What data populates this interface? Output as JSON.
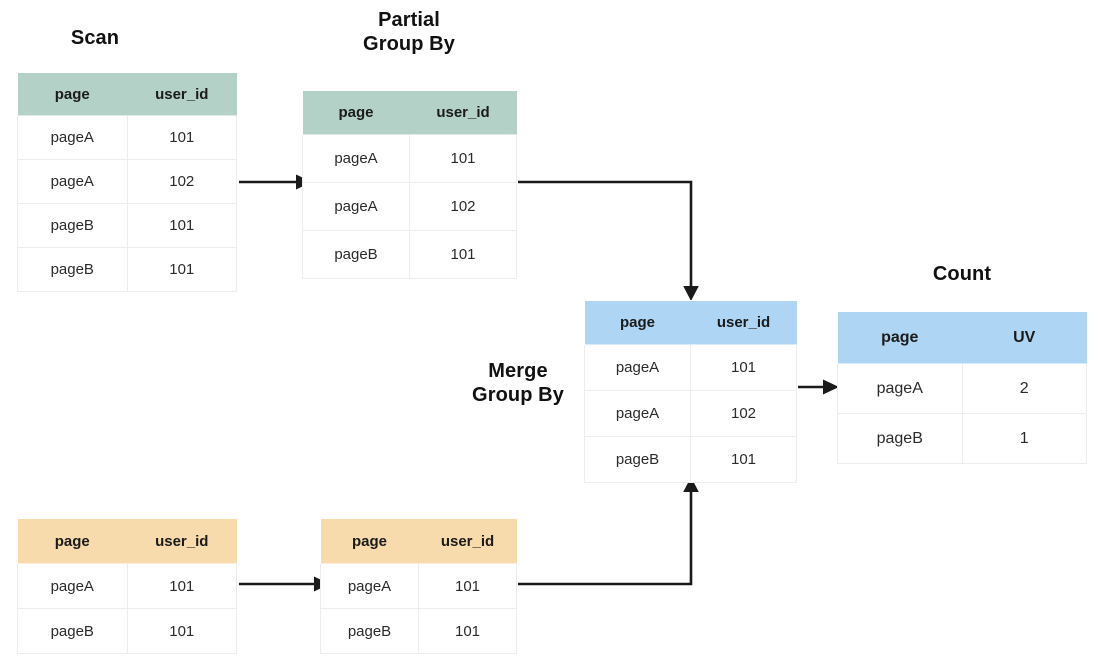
{
  "diagram": {
    "title_scan": "Scan",
    "title_partial": "Partial\nGroup By",
    "title_merge": "Merge\nGroup By",
    "title_count": "Count",
    "colors": {
      "header_green": "#b3d1c7",
      "header_blue": "#aed5f3",
      "header_amber": "#f7dbad",
      "arrow": "#1a1a1a",
      "cell_border": "#ededed",
      "text": "#2b2b2b",
      "background": "#ffffff"
    }
  },
  "tables": {
    "scan_top": {
      "headers": [
        "page",
        "user_id"
      ],
      "rows": [
        [
          "pageA",
          "101"
        ],
        [
          "pageA",
          "102"
        ],
        [
          "pageB",
          "101"
        ],
        [
          "pageB",
          "101"
        ]
      ]
    },
    "partial_group_by": {
      "headers": [
        "page",
        "user_id"
      ],
      "rows": [
        [
          "pageA",
          "101"
        ],
        [
          "pageA",
          "102"
        ],
        [
          "pageB",
          "101"
        ]
      ]
    },
    "merge_group_by": {
      "headers": [
        "page",
        "user_id"
      ],
      "rows": [
        [
          "pageA",
          "101"
        ],
        [
          "pageA",
          "102"
        ],
        [
          "pageB",
          "101"
        ]
      ]
    },
    "count": {
      "headers": [
        "page",
        "UV"
      ],
      "rows": [
        [
          "pageA",
          "2"
        ],
        [
          "pageB",
          "1"
        ]
      ]
    },
    "scan_bottom": {
      "headers": [
        "page",
        "user_id"
      ],
      "rows": [
        [
          "pageA",
          "101"
        ],
        [
          "pageB",
          "101"
        ]
      ]
    },
    "partial_group_by_bottom": {
      "headers": [
        "page",
        "user_id"
      ],
      "rows": [
        [
          "pageA",
          "101"
        ],
        [
          "pageB",
          "101"
        ]
      ]
    }
  },
  "connectors": [
    {
      "name": "scan-top-to-partial-top",
      "kind": "straight-right"
    },
    {
      "name": "partial-top-to-merge",
      "kind": "elbow-down"
    },
    {
      "name": "scan-bottom-to-partial-bottom",
      "kind": "straight-right"
    },
    {
      "name": "partial-bottom-to-merge",
      "kind": "elbow-up"
    },
    {
      "name": "merge-to-count",
      "kind": "straight-right"
    }
  ]
}
